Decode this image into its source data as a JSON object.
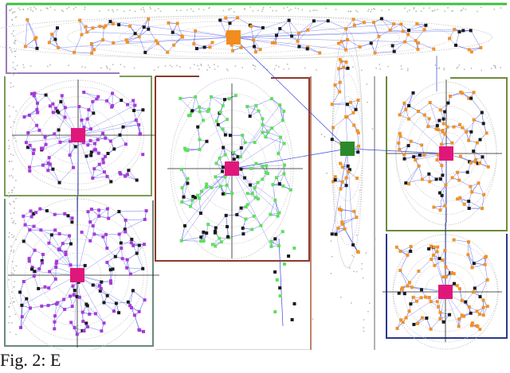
{
  "caption": "Fig. 2: E",
  "colors": {
    "edge": "#3a48e0",
    "obstacle_node": "#1a1a1a",
    "corridor_node": "#f0922a",
    "room_left_node": "#a63ad8",
    "room_center_node": "#5ee05a",
    "room_right_node": "#f0922a",
    "corridor_hub": "#f28c1e",
    "vertical_hub": "#2a8a2a",
    "room_hub": "#e0177a",
    "wall_gray": "#b5b5b5",
    "contour": "#c8c8c8"
  },
  "regions": [
    {
      "id": "top-corridor",
      "hub": "corridor_hub",
      "node": "corridor_node"
    },
    {
      "id": "left-upper-room",
      "hub": "room_hub",
      "node": "room_left_node"
    },
    {
      "id": "left-lower-room",
      "hub": "room_hub",
      "node": "room_left_node"
    },
    {
      "id": "center-room",
      "hub": "room_hub",
      "node": "room_center_node"
    },
    {
      "id": "vertical-corridor",
      "hub": "vertical_hub",
      "node": "corridor_node"
    },
    {
      "id": "right-upper-room",
      "hub": "room_hub",
      "node": "room_right_node"
    },
    {
      "id": "right-lower-room",
      "hub": "room_hub",
      "node": "room_right_node"
    }
  ]
}
